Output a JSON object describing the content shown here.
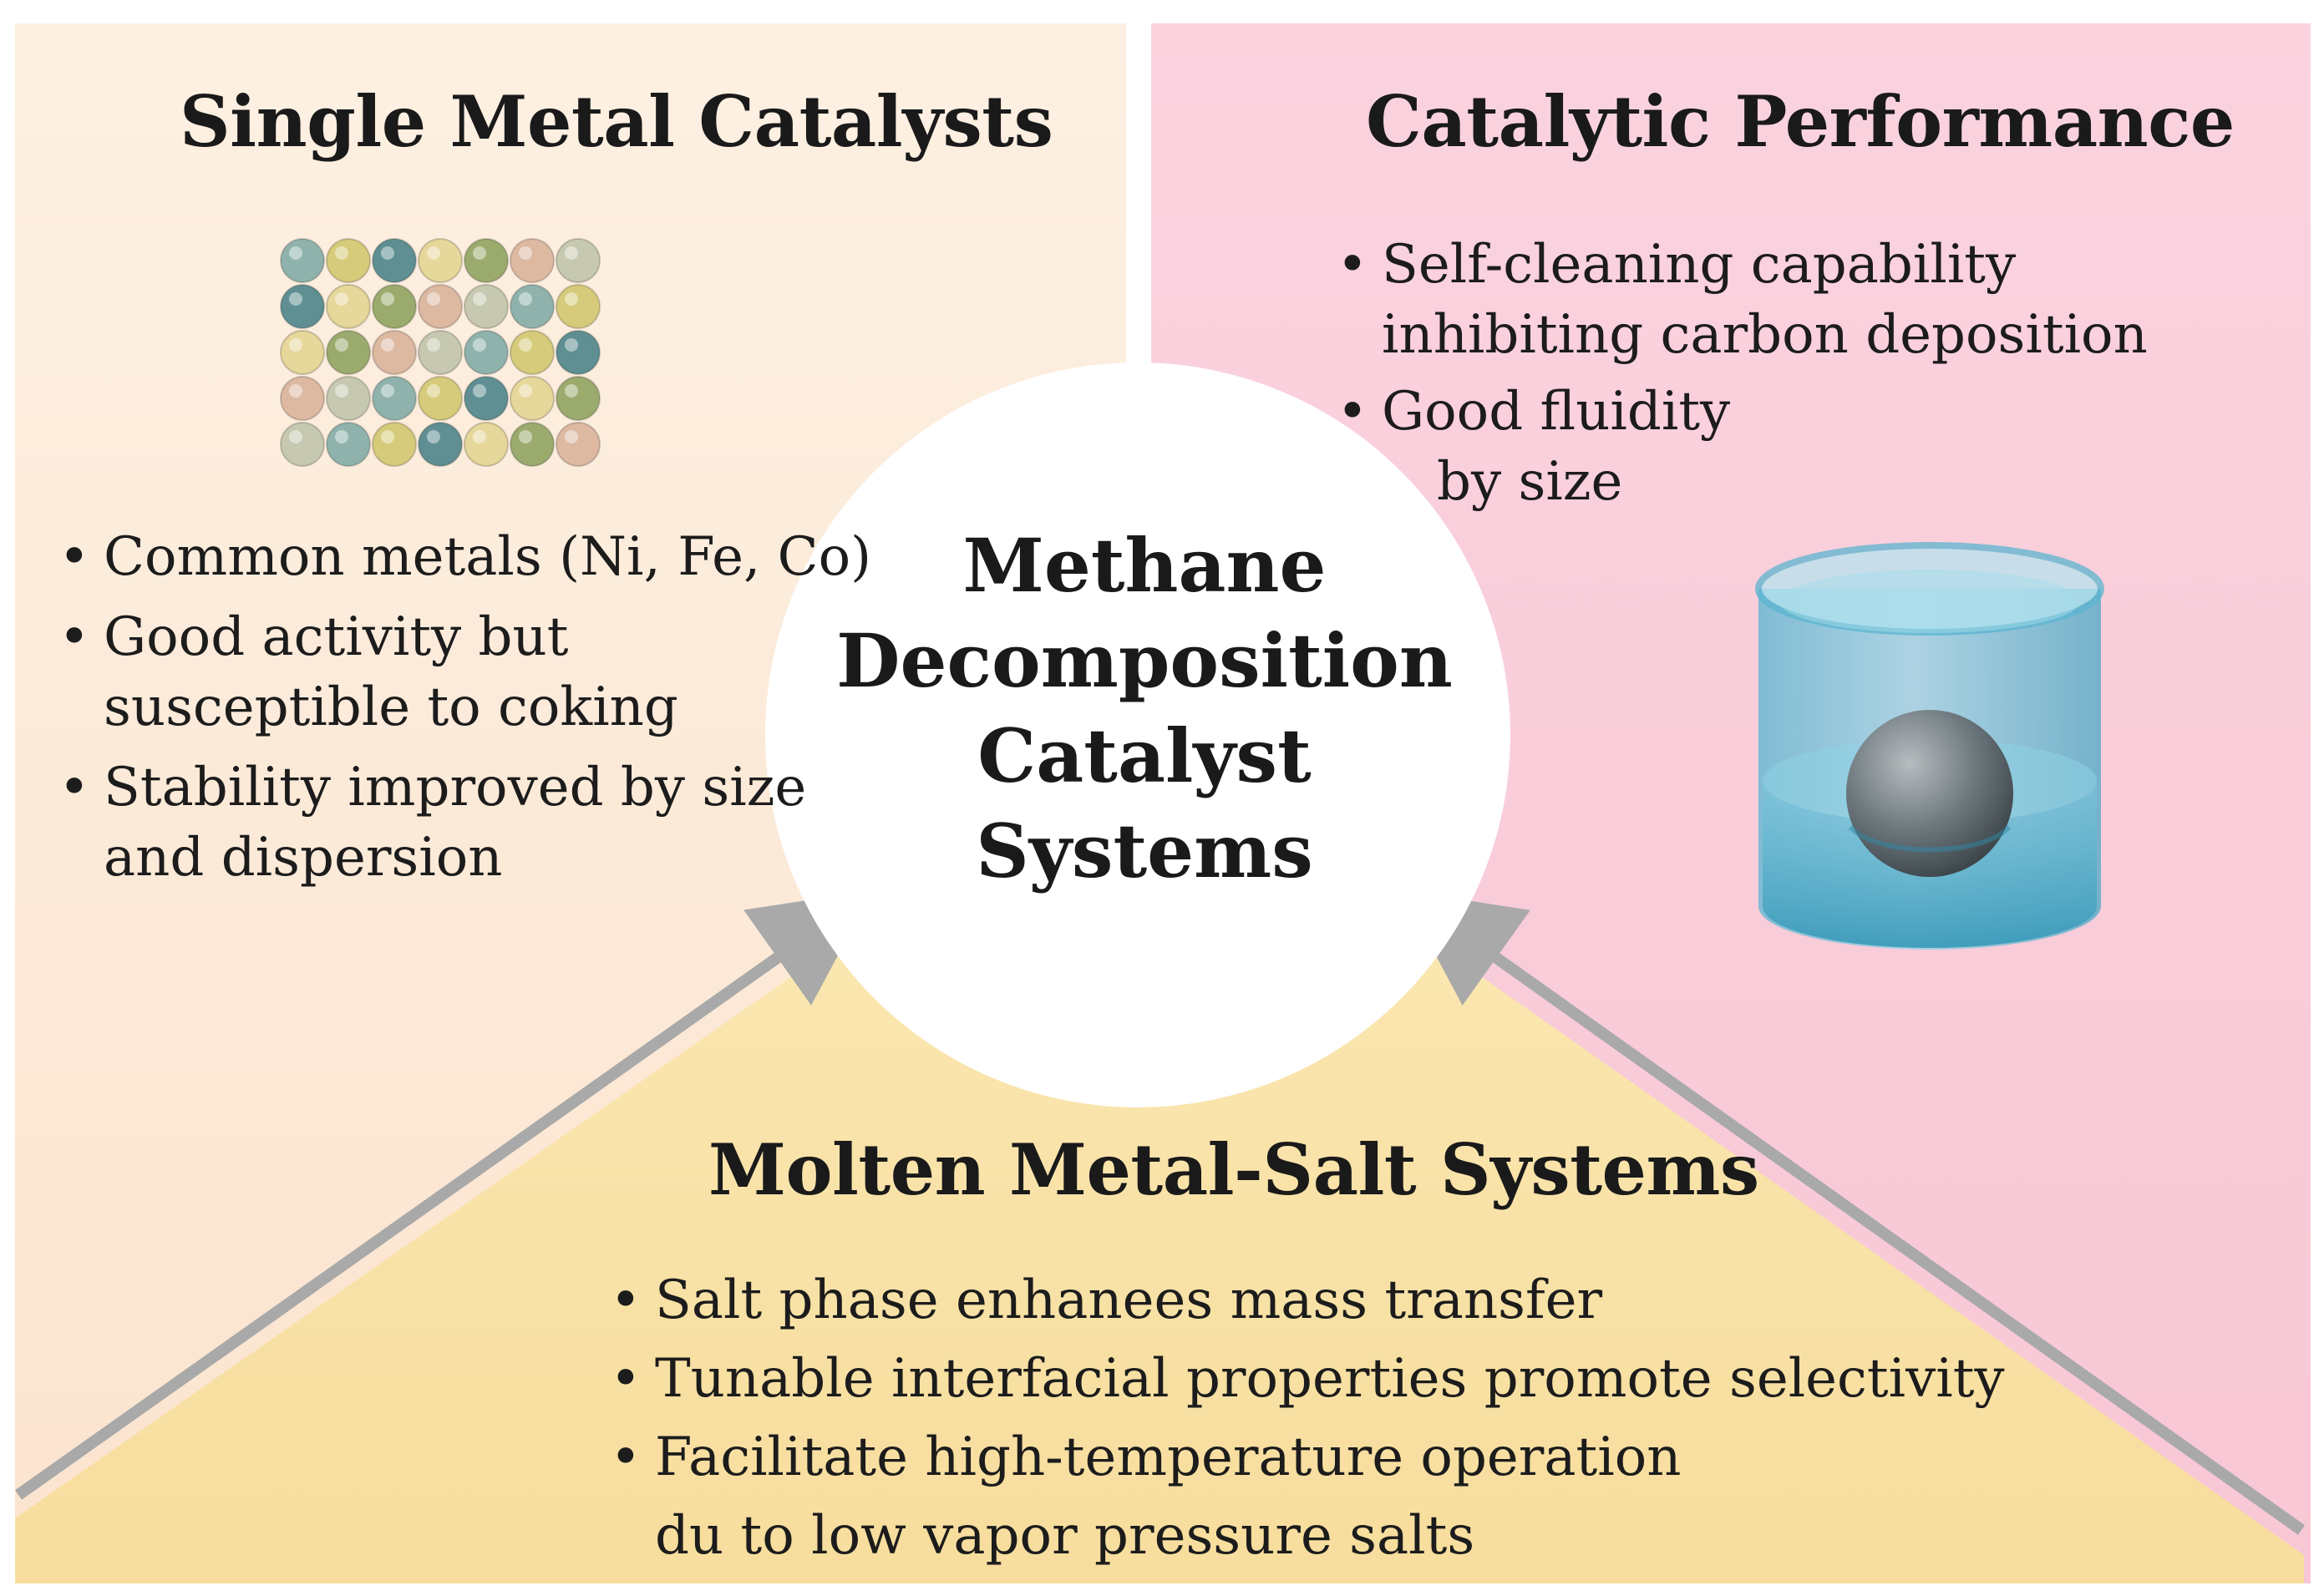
{
  "center": {
    "title_lines": [
      "Methane",
      "Decomposition",
      "Catalyst",
      "Systems"
    ]
  },
  "single_metal": {
    "title": "Single Metal Catalysts",
    "illustration_icon": "metal-sphere-lattice-icon",
    "bullets": [
      {
        "lines": [
          "Common metals (Ni, Fe, Co)"
        ]
      },
      {
        "lines": [
          "Good activity but",
          "susceptible to coking"
        ]
      },
      {
        "lines": [
          "Stability improved by size",
          "and dispersion"
        ]
      }
    ]
  },
  "catalytic_performance": {
    "title": "Catalytic Performance",
    "illustration_icon": "molten-bath-with-sphere-icon",
    "bullets": [
      {
        "lines": [
          "Self-cleaning capability",
          "inhibiting carbon deposition"
        ]
      },
      {
        "lines": [
          "Good fluidity",
          "by size"
        ]
      }
    ]
  },
  "molten_salt": {
    "title": "Molten Metal-Salt Systems",
    "bullets": [
      {
        "lines": [
          "Salt phase enhanees mass transfer"
        ]
      },
      {
        "lines": [
          "Tunable interfacial properties promote selectivity"
        ]
      },
      {
        "lines": [
          "Facilitate high-temperature operation",
          "du to low vapor pressure salts"
        ]
      }
    ]
  },
  "colors": {
    "left_panel": "#fdebd8",
    "right_panel": "#f9cedb",
    "bottom_panel": "#f9e3a6",
    "center_circle": "#ffffff",
    "arrow": "#a9a9a9",
    "text": "#1c1c1c"
  },
  "sphere_palette": [
    "#8fb3ac",
    "#9bab6e",
    "#d6cb7a",
    "#ddb9a2",
    "#5f8f92",
    "#c6c9b0",
    "#e6d79a"
  ]
}
